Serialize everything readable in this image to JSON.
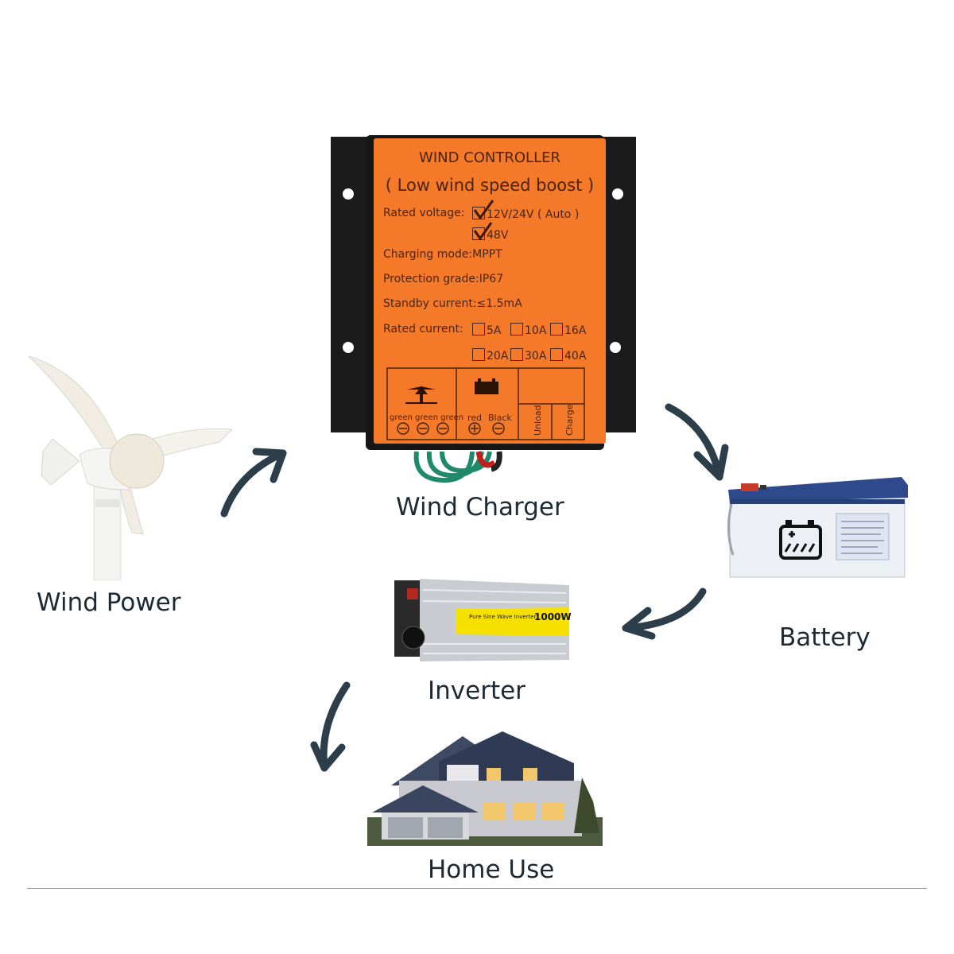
{
  "captions": {
    "wind_charger": "Wind Charger",
    "wind_power": "Wind Power",
    "battery": "Battery",
    "inverter": "Inverter",
    "home_use": "Home Use"
  },
  "controller_label": {
    "title": "WIND CONTROLLER",
    "subtitle": "( Low wind speed boost )",
    "rated_voltage_label": "Rated voltage:",
    "voltage_option_1": "12V/24V ( Auto )",
    "voltage_option_2": "48V",
    "charging_mode": "Charging mode:MPPT",
    "protection_grade": "Protection grade:IP67",
    "standby_current": "Standby current:≤1.5mA",
    "rated_current_label": "Rated current:",
    "current_options": [
      "5A",
      "10A",
      "16A",
      "20A",
      "30A",
      "40A"
    ],
    "terminal_labels": {
      "green": "green green green",
      "red": "red",
      "black": "Black",
      "unload": "Unload",
      "charge": "Charge"
    }
  },
  "inverter_label": {
    "brand": "Pure Sine Wave Inverter",
    "power": "1000W"
  },
  "colors": {
    "controller_orange": "#f47a2a",
    "arrow": "#2c3e4a",
    "battery_blue": "#2f4a8c"
  }
}
